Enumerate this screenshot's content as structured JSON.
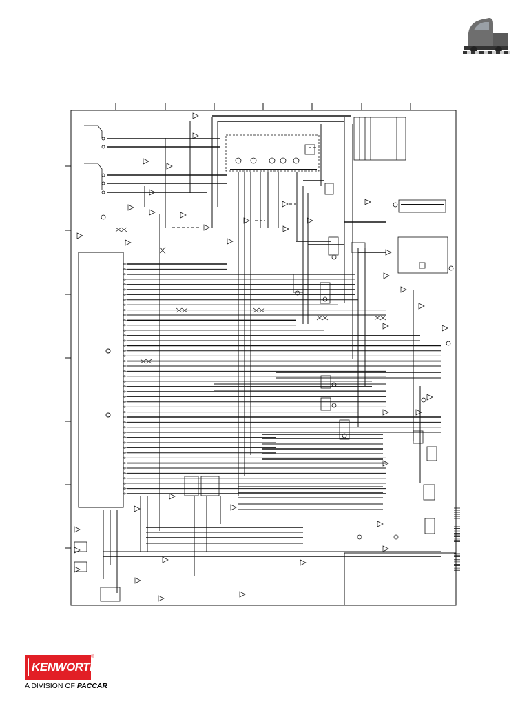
{
  "brand": {
    "wordmark": "KENWORTH",
    "registered": "®",
    "division_prefix": "A DIVISION OF",
    "parent": "PACCAR",
    "colors": {
      "red": "#e21f26",
      "line": "#111111",
      "gray": "#888888"
    }
  },
  "icons": {
    "truck": "truck-cab-icon",
    "seal": "kenworth-seal-icon"
  }
}
